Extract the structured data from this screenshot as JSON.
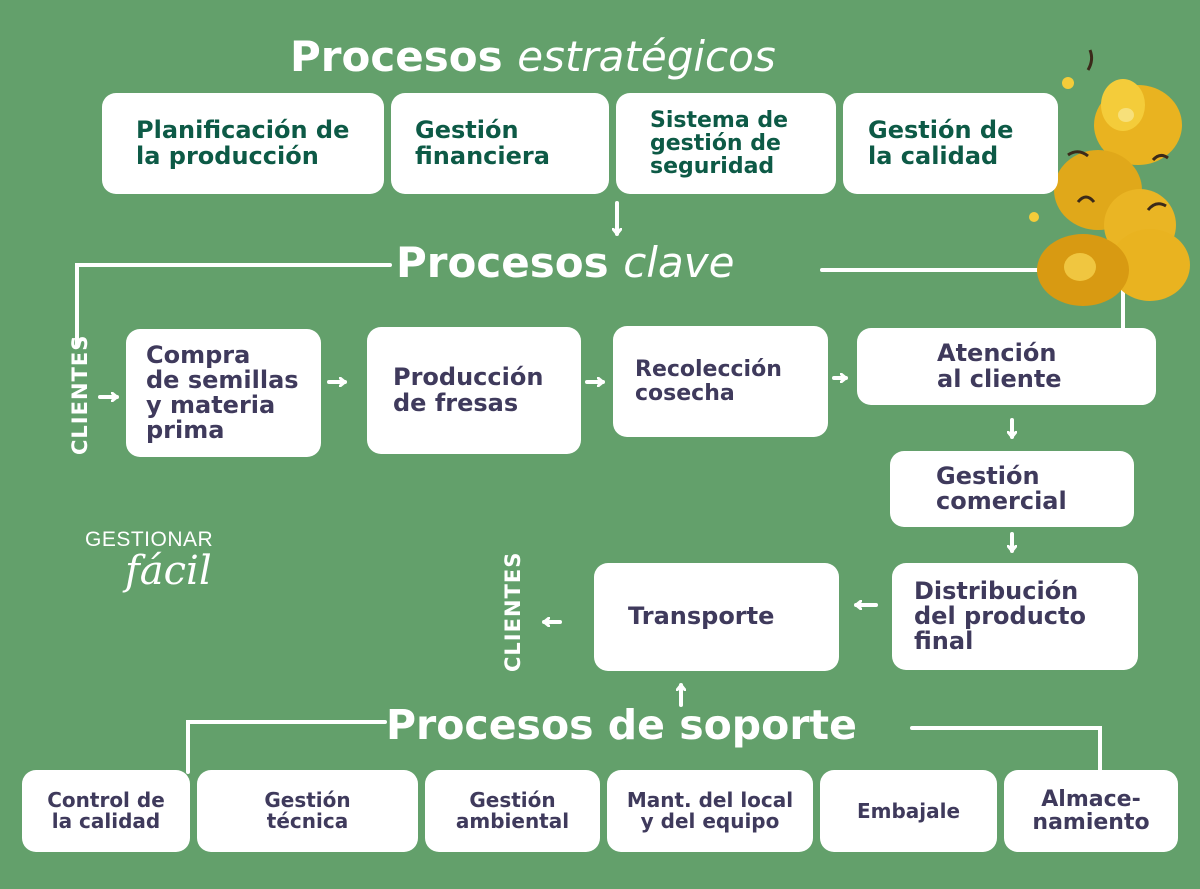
{
  "titles": {
    "estrategicos_a": "Procesos",
    "estrategicos_b": "estratégicos",
    "clave_a": "Procesos",
    "clave_b": "clave",
    "soporte": "Procesos de soporte"
  },
  "strategic": [
    [
      "Planificación de",
      "la producción"
    ],
    [
      "Gestión",
      "financiera"
    ],
    [
      "Sistema de",
      "gestión de",
      "seguridad"
    ],
    [
      "Gestión de",
      "la calidad"
    ]
  ],
  "clave": {
    "compra": [
      "Compra",
      "de semillas",
      "y materia",
      "prima"
    ],
    "produccion": [
      "Producción",
      "de fresas"
    ],
    "recoleccion": [
      "Recolección",
      "cosecha"
    ],
    "atencion": [
      "Atención",
      "al cliente"
    ],
    "comercial": [
      "Gestión",
      "comercial"
    ],
    "distribucion": [
      "Distribución",
      "del producto",
      "final"
    ],
    "transporte": [
      "Transporte"
    ]
  },
  "soporte": [
    [
      "Control de",
      "la calidad"
    ],
    [
      "Gestión",
      "técnica"
    ],
    [
      "Gestión",
      "ambiental"
    ],
    [
      "Mant. del local",
      "y del equipo"
    ],
    [
      "Embajale"
    ],
    [
      "Almace-",
      "namiento"
    ]
  ],
  "clientes_left": "CLIENTES",
  "clientes_right": "CLIENTES",
  "logo": {
    "line1": "GESTIONAR",
    "line2": "fácil"
  },
  "colors": {
    "background": "#63a06b",
    "strategic_text": "#0d5a46",
    "clave_text": "#3f3a5c",
    "fruit": "#e9b320"
  }
}
